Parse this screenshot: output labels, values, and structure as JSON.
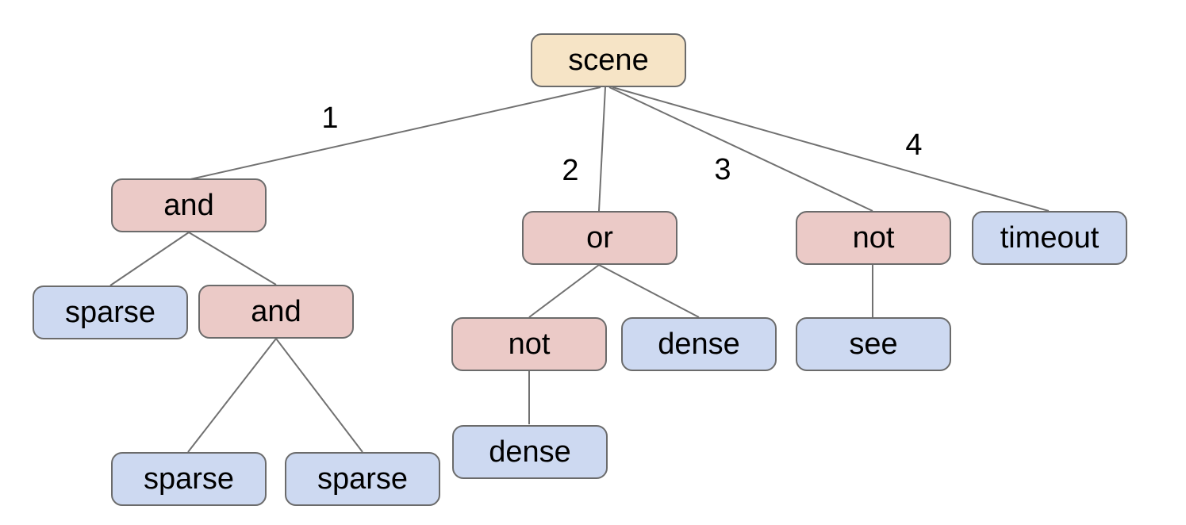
{
  "diagram": {
    "type": "tree",
    "colors": {
      "background": "#ffffff",
      "root-fill": "#f6e4c6",
      "operator-fill": "#ebcac7",
      "leaf-fill": "#cdd9f1",
      "node-border": "#6b6b6b",
      "edge-line": "#717171",
      "label-text": "#000000"
    },
    "nodes": [
      {
        "id": "scene",
        "label": "scene",
        "type": "root",
        "parent": null
      },
      {
        "id": "and-1",
        "label": "and",
        "type": "operator",
        "parent": "scene",
        "edge_label": "1"
      },
      {
        "id": "sparse-1",
        "label": "sparse",
        "type": "leaf",
        "parent": "and-1"
      },
      {
        "id": "and-2",
        "label": "and",
        "type": "operator",
        "parent": "and-1"
      },
      {
        "id": "sparse-2",
        "label": "sparse",
        "type": "leaf",
        "parent": "and-2"
      },
      {
        "id": "sparse-3",
        "label": "sparse",
        "type": "leaf",
        "parent": "and-2"
      },
      {
        "id": "or-1",
        "label": "or",
        "type": "operator",
        "parent": "scene",
        "edge_label": "2"
      },
      {
        "id": "not-1",
        "label": "not",
        "type": "operator",
        "parent": "or-1"
      },
      {
        "id": "dense-1",
        "label": "dense",
        "type": "leaf",
        "parent": "or-1"
      },
      {
        "id": "dense-2",
        "label": "dense",
        "type": "leaf",
        "parent": "not-1"
      },
      {
        "id": "not-2",
        "label": "not",
        "type": "operator",
        "parent": "scene",
        "edge_label": "3"
      },
      {
        "id": "see",
        "label": "see",
        "type": "leaf",
        "parent": "not-2"
      },
      {
        "id": "timeout",
        "label": "timeout",
        "type": "leaf",
        "parent": "scene",
        "edge_label": "4"
      }
    ],
    "edge_labels": [
      {
        "text": "1"
      },
      {
        "text": "2"
      },
      {
        "text": "3"
      },
      {
        "text": "4"
      }
    ]
  }
}
